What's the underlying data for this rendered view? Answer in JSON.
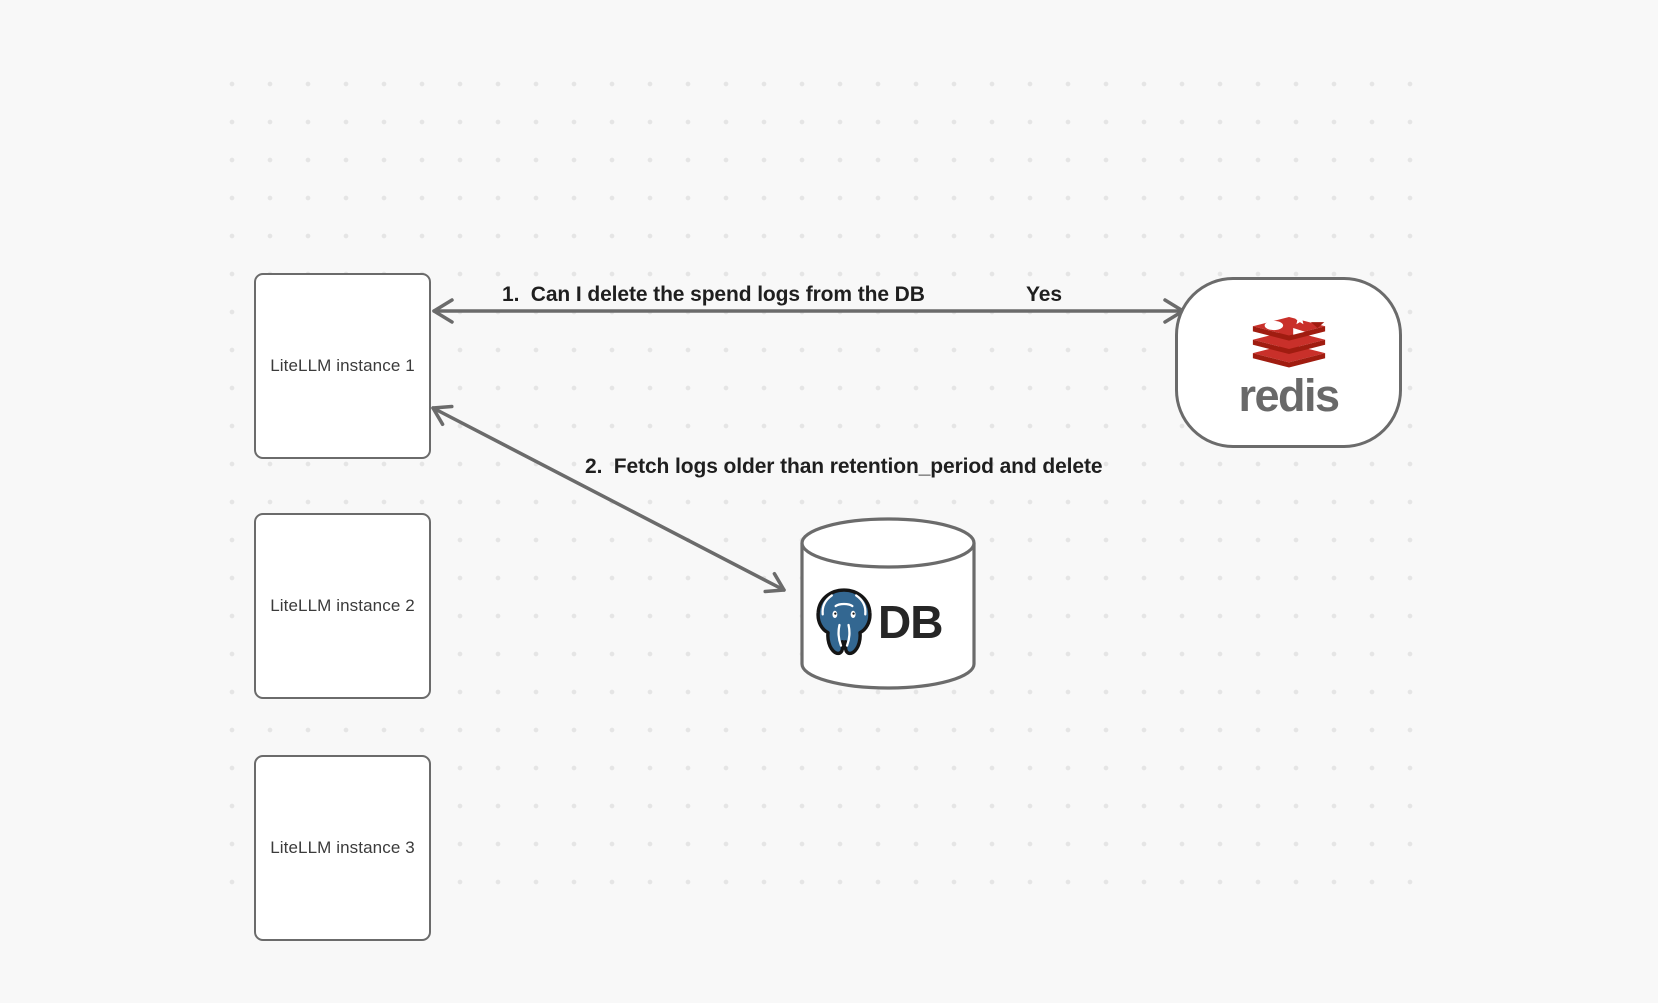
{
  "colors": {
    "background": "#f8f8f8",
    "grid_dot": "#e5e5e5",
    "stroke_gray": "#6b6b6b",
    "annotation_text": "#1f1f1f",
    "node_label_text": "#3b3b3b",
    "redis_red": "#c9302a",
    "redis_red_dark": "#a01c10",
    "redis_wordmark_gray": "#696969",
    "postgres_blue": "#336791",
    "db_label_text": "#262626"
  },
  "nodes": {
    "instances": [
      {
        "label": "LiteLLM instance 1"
      },
      {
        "label": "LiteLLM instance 2"
      },
      {
        "label": "LiteLLM instance 3"
      }
    ],
    "redis": {
      "wordmark": "redis",
      "icon": "redis-stack-logo"
    },
    "db": {
      "label": "DB",
      "icon": "postgresql-elephant-logo"
    }
  },
  "annotations": {
    "step1": {
      "text": "1.  Can I delete the spend logs from the DB",
      "answer": "Yes"
    },
    "step2": {
      "text": "2.  Fetch logs older than retention_period and delete"
    }
  }
}
